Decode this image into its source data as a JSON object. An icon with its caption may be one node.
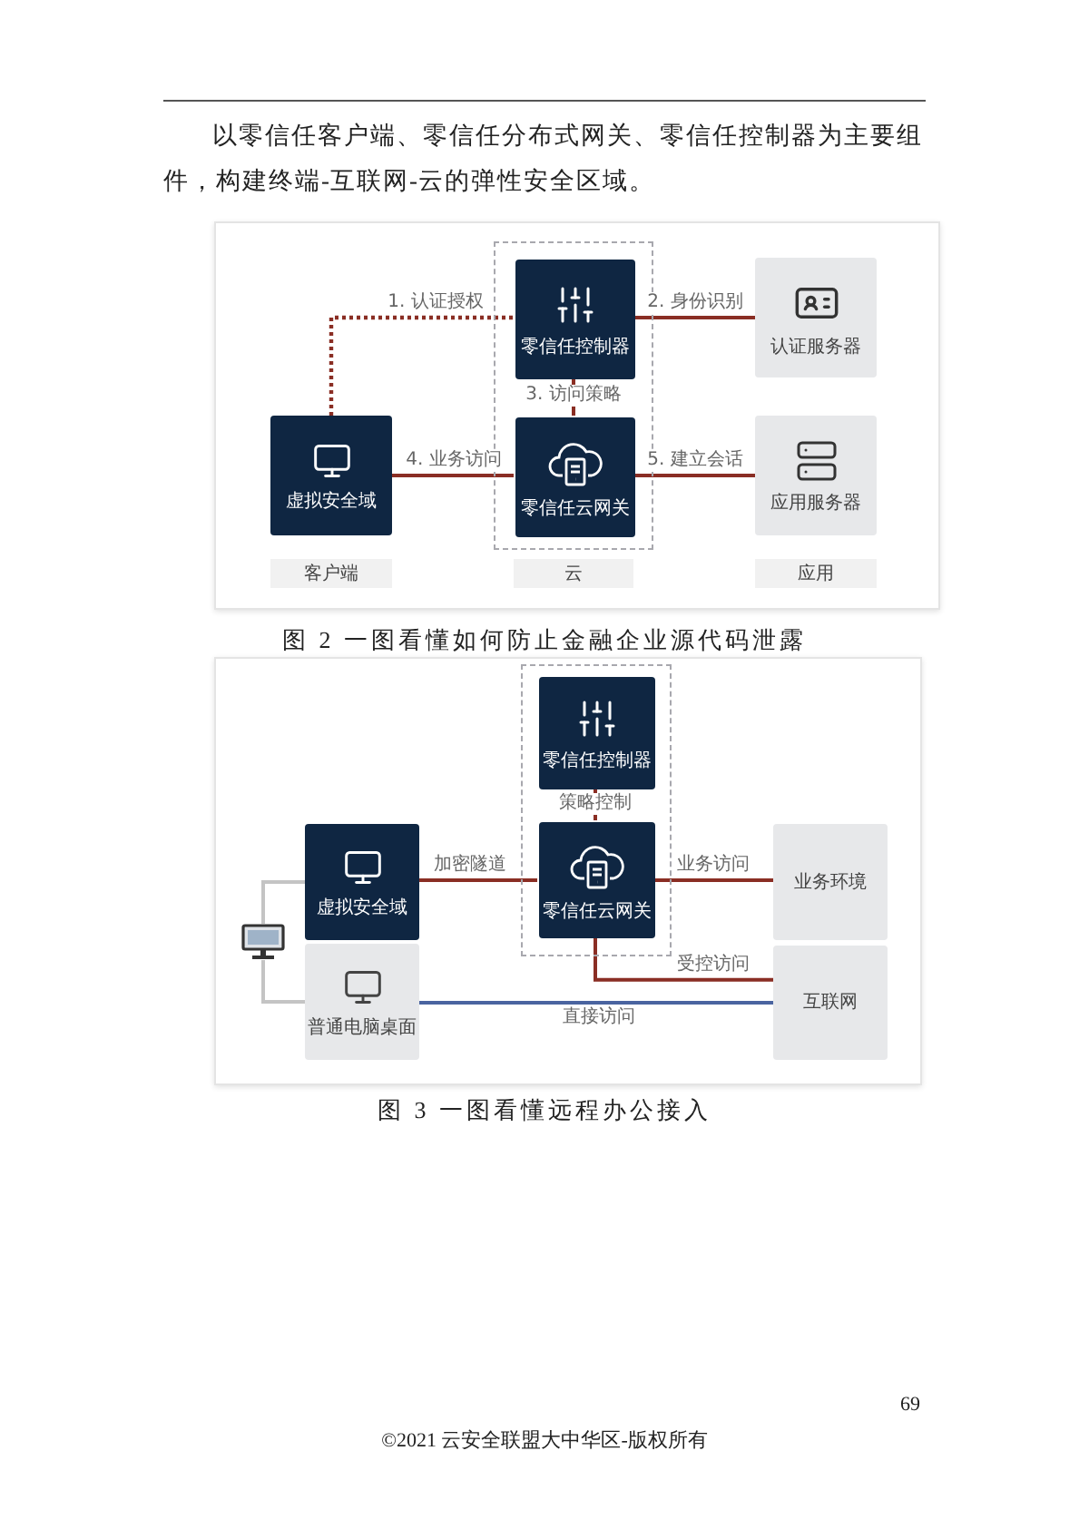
{
  "diagram": {
    "title": "以零信任客户端、零信任分布式网关、零信任控制器为主要组件，构建终端-互联网-云的弹性安全区域。",
    "nodes": [
      {
        "text": [],
        "shape": "box"
      },
      {
        "text": [
          "零信任控制器"
        ],
        "in": 0
      },
      {
        "text": [
          "认证服务器"
        ]
      },
      {
        "text": [
          "虚拟安全域"
        ]
      },
      {
        "text": [
          "零信任云网关"
        ],
        "in": 0
      },
      {
        "text": [
          "应用服务器"
        ]
      },
      {
        "text": [
          "客户端"
        ]
      },
      {
        "text": [
          "云"
        ]
      },
      {
        "text": [
          "应用"
        ]
      },
      {
        "text": [],
        "shape": "box"
      },
      {
        "text": [
          "零信任控制器"
        ],
        "in": 9
      },
      {
        "text": [
          "虚拟安全域"
        ]
      },
      {
        "text": [
          "零信任云网关"
        ],
        "in": 9
      },
      {
        "text": [
          "业务环境"
        ]
      },
      {
        "text": [],
        "shape": "picture"
      },
      {
        "text": [
          "普通电脑桌面"
        ]
      },
      {
        "text": [
          "互联网"
        ]
      }
    ],
    "edges": [
      {
        "from": 3,
        "to": 1,
        "arrow": "none",
        "label": "1. 认证授权",
        "style": "dashed"
      },
      {
        "from": 1,
        "to": 2,
        "arrow": "none",
        "label": "2. 身份识别"
      },
      {
        "from": 1,
        "to": 4,
        "arrow": "none",
        "label": "3. 访问策略"
      },
      {
        "from": 3,
        "to": 4,
        "arrow": "none",
        "label": "4. 业务访问"
      },
      {
        "from": 4,
        "to": 5,
        "arrow": "none",
        "label": "5. 建立会话"
      },
      {
        "from": 10,
        "to": 12,
        "arrow": "none",
        "label": "策略控制"
      },
      {
        "from": 11,
        "to": 12,
        "arrow": "none",
        "label": "加密隧道"
      },
      {
        "from": 12,
        "to": 13,
        "arrow": "none",
        "label": "业务访问"
      },
      {
        "from": 12,
        "to": 16,
        "arrow": "none",
        "label": "受控访问"
      },
      {
        "from": 15,
        "to": 16,
        "arrow": "none",
        "label": "直接访问",
        "color": "#4a64a0"
      },
      {
        "from": 14,
        "to": 11,
        "arrow": "none",
        "color": "#c4c4c4"
      },
      {
        "from": 14,
        "to": 15,
        "arrow": "none",
        "color": "#c4c4c4"
      }
    ],
    "labels": [
      "图 2 一图看懂如何防止金融企业源代码泄露",
      "图 3 一图看懂远程办公接入",
      "69",
      "©2021 云安全联盟大中华区-版权所有"
    ]
  }
}
